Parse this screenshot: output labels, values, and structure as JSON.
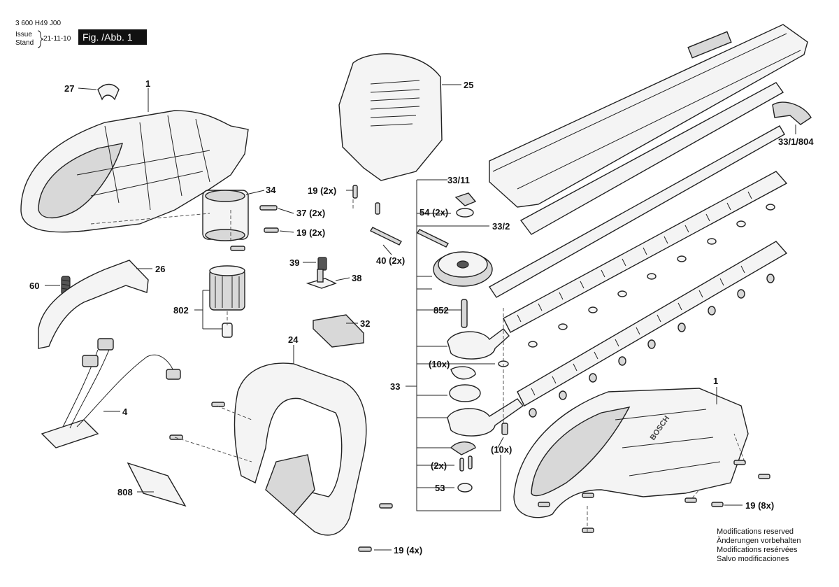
{
  "header": {
    "doc_number": "3 600 H49 J00",
    "issue_label": "Issue",
    "stand_label": "Stand",
    "date": "21-11-10",
    "figure": "Fig. /Abb. 1"
  },
  "callouts": {
    "c27": "27",
    "c1_top": "1",
    "c34": "34",
    "c37": "37 (2x)",
    "c19_a": "19 (2x)",
    "c26": "26",
    "c60": "60",
    "c802": "802",
    "c39": "39",
    "c38": "38",
    "c32": "32",
    "c4": "4",
    "c24": "24",
    "c808": "808",
    "c19_4x": "19 (4x)",
    "c25": "25",
    "c19_b": "19 (2x)",
    "c40": "40 (2x)",
    "c33_11": "33/11",
    "c54": "54 (2x)",
    "c33_2": "33/2",
    "c852": "852",
    "c10x_a": "(10x)",
    "c33": "33",
    "c10x_b": "(10x)",
    "c2x": "(2x)",
    "c53": "53",
    "c33_1_804": "33/1/804",
    "c1_bottom": "1",
    "c19_8x": "19 (8x)"
  },
  "branding": {
    "bosch": "BOSCH"
  },
  "notes": {
    "line1": "Modifications reserved",
    "line2": "Änderungen vorbehalten",
    "line3": "Modifications resérvées",
    "line4": "Salvo modificaciones"
  }
}
